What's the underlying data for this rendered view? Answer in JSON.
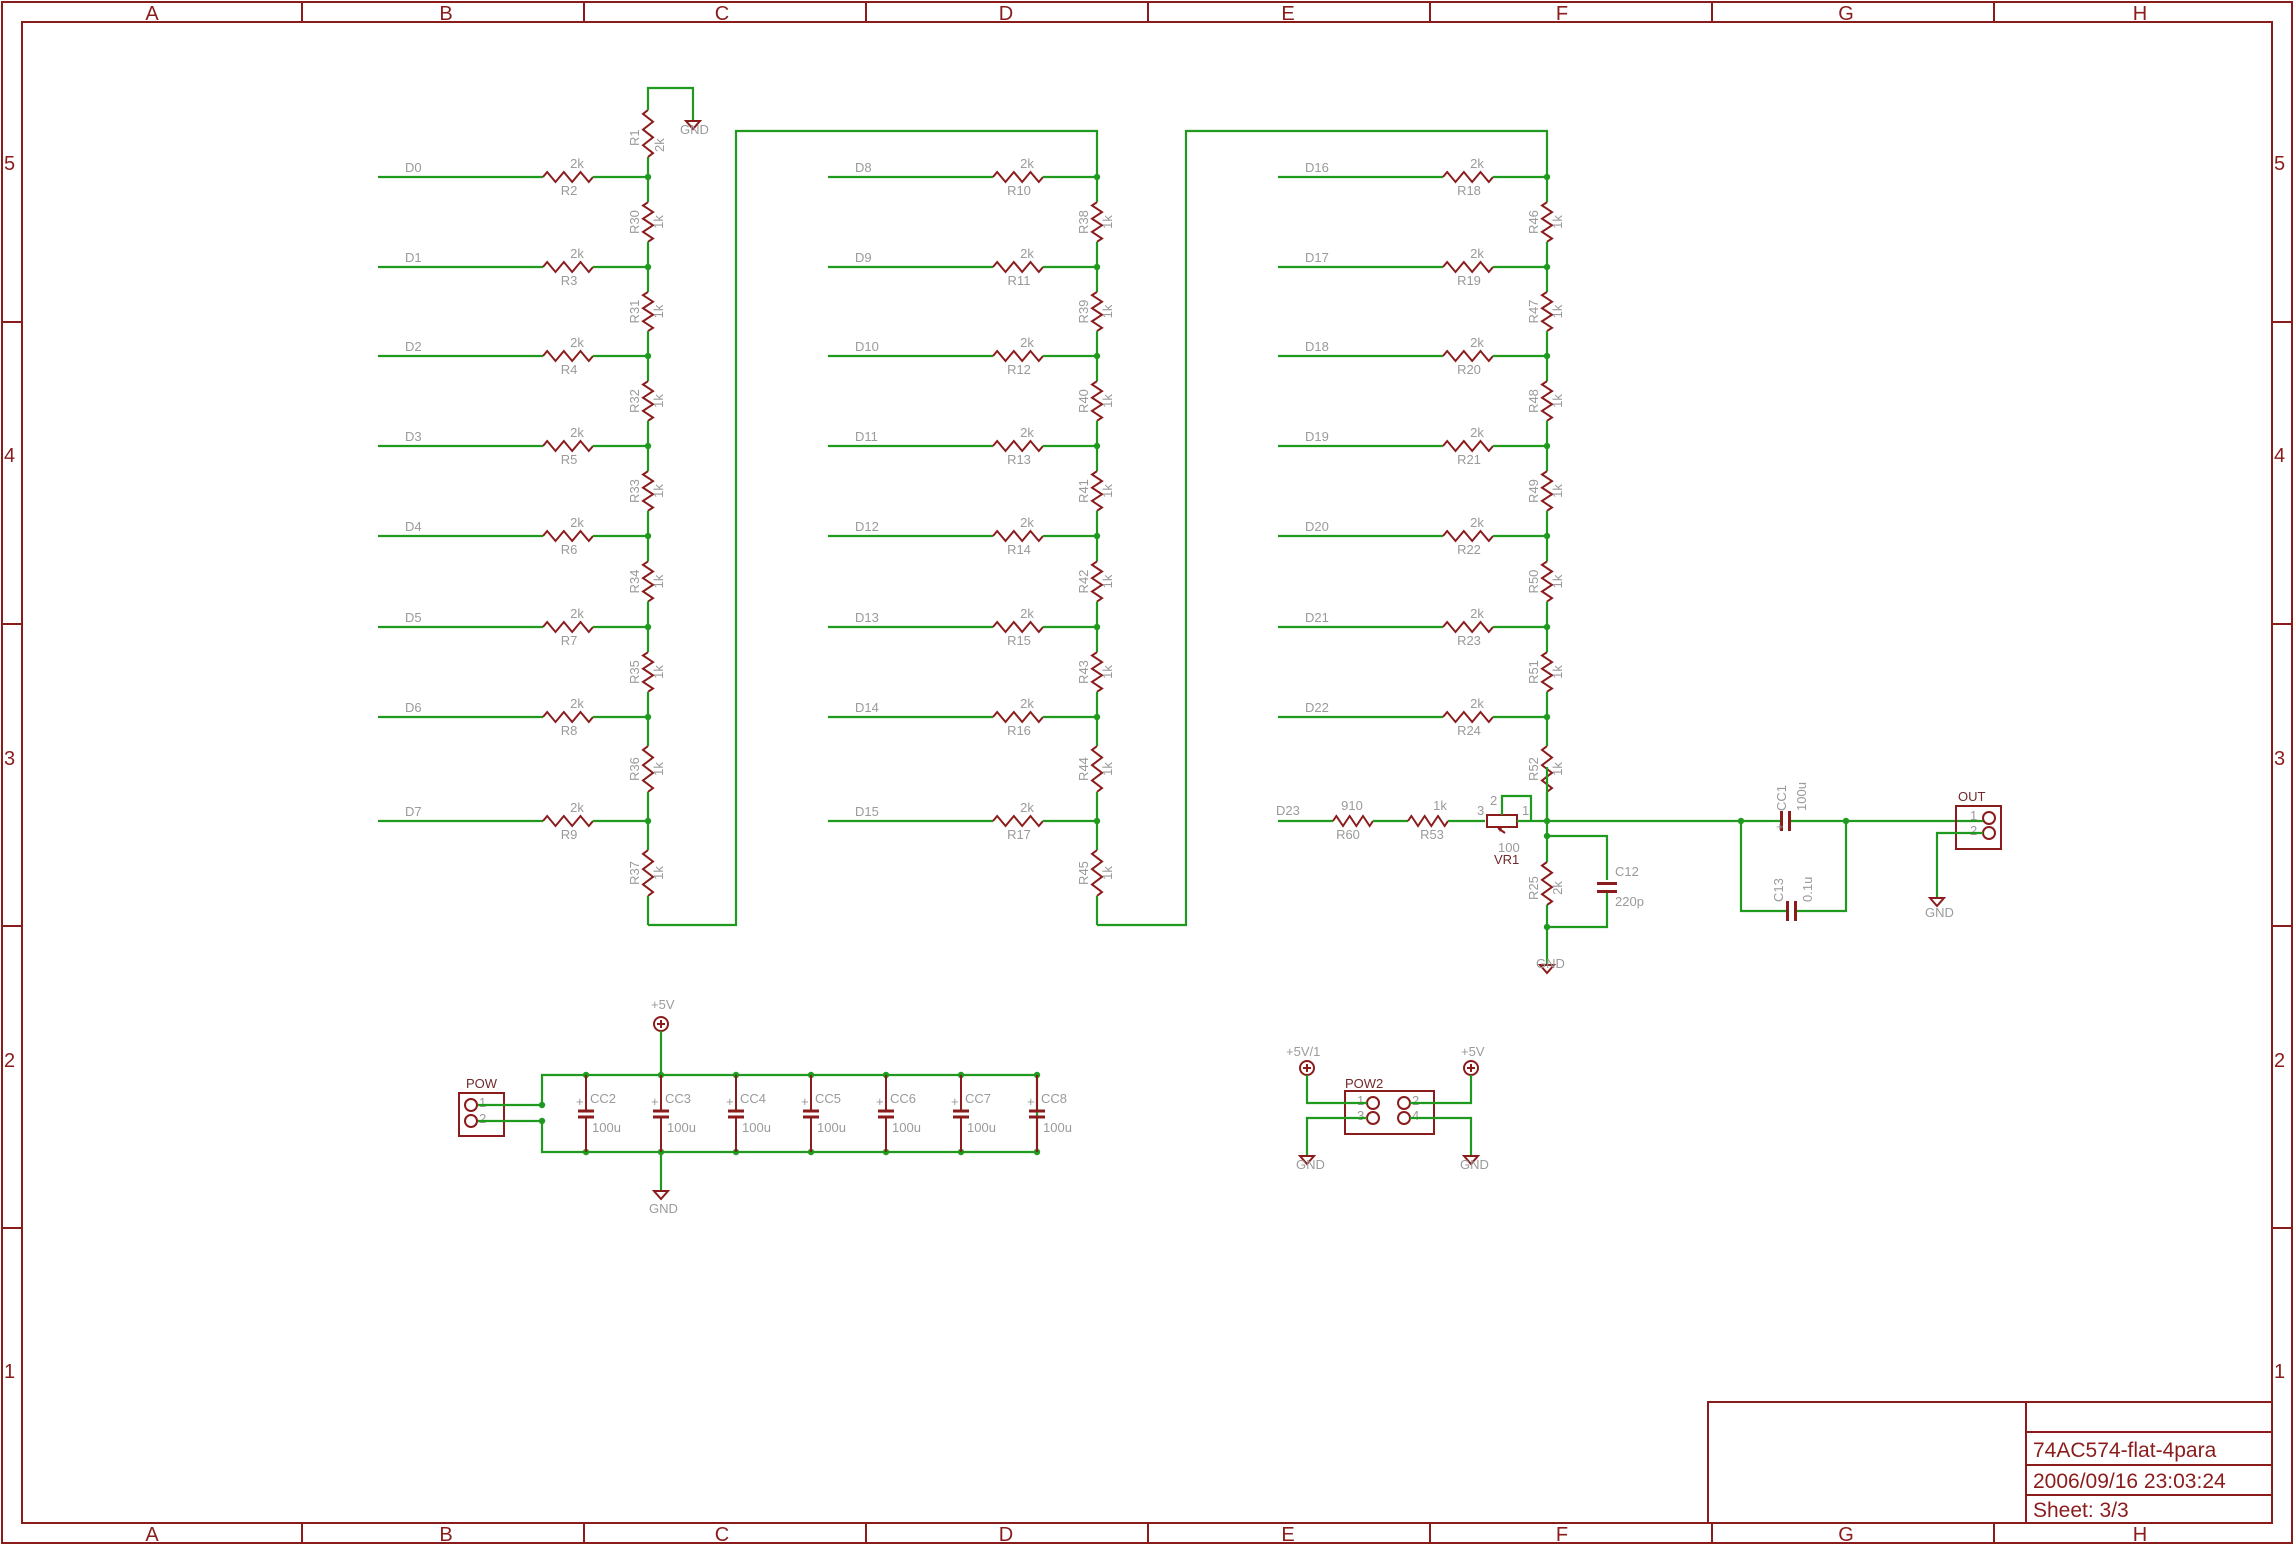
{
  "frame": {
    "col_labels": [
      "A",
      "B",
      "C",
      "D",
      "E",
      "F",
      "G",
      "H"
    ],
    "row_labels": [
      "5",
      "4",
      "3",
      "2",
      "1"
    ]
  },
  "title_block": {
    "title": "74AC574-flat-4para",
    "datetime": "2006/09/16 23:03:24",
    "sheet": "Sheet: 3/3"
  },
  "ladders": [
    {
      "inputs": [
        "D0",
        "D1",
        "D2",
        "D3",
        "D4",
        "D5",
        "D6",
        "D7"
      ],
      "series": [
        {
          "name": "R2",
          "value": "2k"
        },
        {
          "name": "R3",
          "value": "2k"
        },
        {
          "name": "R4",
          "value": "2k"
        },
        {
          "name": "R5",
          "value": "2k"
        },
        {
          "name": "R6",
          "value": "2k"
        },
        {
          "name": "R7",
          "value": "2k"
        },
        {
          "name": "R8",
          "value": "2k"
        },
        {
          "name": "R9",
          "value": "2k"
        }
      ],
      "top": {
        "name": "R1",
        "value": "2k"
      },
      "chain": [
        {
          "name": "R30",
          "value": "1k"
        },
        {
          "name": "R31",
          "value": "1k"
        },
        {
          "name": "R32",
          "value": "1k"
        },
        {
          "name": "R33",
          "value": "1k"
        },
        {
          "name": "R34",
          "value": "1k"
        },
        {
          "name": "R35",
          "value": "1k"
        },
        {
          "name": "R36",
          "value": "1k"
        },
        {
          "name": "R37",
          "value": "1k"
        }
      ]
    },
    {
      "inputs": [
        "D8",
        "D9",
        "D10",
        "D11",
        "D12",
        "D13",
        "D14",
        "D15"
      ],
      "series": [
        {
          "name": "R10",
          "value": "2k"
        },
        {
          "name": "R11",
          "value": "2k"
        },
        {
          "name": "R12",
          "value": "2k"
        },
        {
          "name": "R13",
          "value": "2k"
        },
        {
          "name": "R14",
          "value": "2k"
        },
        {
          "name": "R15",
          "value": "2k"
        },
        {
          "name": "R16",
          "value": "2k"
        },
        {
          "name": "R17",
          "value": "2k"
        }
      ],
      "chain": [
        {
          "name": "R38",
          "value": "1k"
        },
        {
          "name": "R39",
          "value": "1k"
        },
        {
          "name": "R40",
          "value": "1k"
        },
        {
          "name": "R41",
          "value": "1k"
        },
        {
          "name": "R42",
          "value": "1k"
        },
        {
          "name": "R43",
          "value": "1k"
        },
        {
          "name": "R44",
          "value": "1k"
        },
        {
          "name": "R45",
          "value": "1k"
        }
      ]
    },
    {
      "inputs": [
        "D16",
        "D17",
        "D18",
        "D19",
        "D20",
        "D21",
        "D22"
      ],
      "series": [
        {
          "name": "R18",
          "value": "2k"
        },
        {
          "name": "R19",
          "value": "2k"
        },
        {
          "name": "R20",
          "value": "2k"
        },
        {
          "name": "R21",
          "value": "2k"
        },
        {
          "name": "R22",
          "value": "2k"
        },
        {
          "name": "R23",
          "value": "2k"
        },
        {
          "name": "R24",
          "value": "2k"
        }
      ],
      "chain": [
        {
          "name": "R46",
          "value": "1k"
        },
        {
          "name": "R47",
          "value": "1k"
        },
        {
          "name": "R48",
          "value": "1k"
        },
        {
          "name": "R49",
          "value": "1k"
        },
        {
          "name": "R50",
          "value": "1k"
        },
        {
          "name": "R51",
          "value": "1k"
        },
        {
          "name": "R52",
          "value": "1k"
        }
      ]
    }
  ],
  "output_stage": {
    "input": "D23",
    "r60": {
      "name": "R60",
      "value": "910"
    },
    "r53": {
      "name": "R53",
      "value": "1k"
    },
    "vr1": {
      "name": "VR1",
      "value": "100",
      "pins": [
        "3",
        "2",
        "1"
      ]
    },
    "r25": {
      "name": "R25",
      "value": "2k"
    },
    "c12": {
      "name": "C12",
      "value": "220p"
    },
    "cc1": {
      "name": "CC1",
      "value": "100u"
    },
    "c13": {
      "name": "C13",
      "value": "0.1u"
    },
    "out": {
      "name": "OUT",
      "pins": [
        "1",
        "2"
      ]
    }
  },
  "power": {
    "pow": {
      "name": "POW",
      "pins": [
        "1",
        "2"
      ]
    },
    "caps": [
      {
        "name": "CC2",
        "value": "100u"
      },
      {
        "name": "CC3",
        "value": "100u"
      },
      {
        "name": "CC4",
        "value": "100u"
      },
      {
        "name": "CC5",
        "value": "100u"
      },
      {
        "name": "CC6",
        "value": "100u"
      },
      {
        "name": "CC7",
        "value": "100u"
      },
      {
        "name": "CC8",
        "value": "100u"
      }
    ],
    "pow2": {
      "name": "POW2",
      "pins": [
        "1",
        "2",
        "3",
        "4"
      ]
    },
    "supply_5v": "+5V",
    "supply_5v1": "+5V/1",
    "gnd": "GND",
    "plus": "+"
  }
}
